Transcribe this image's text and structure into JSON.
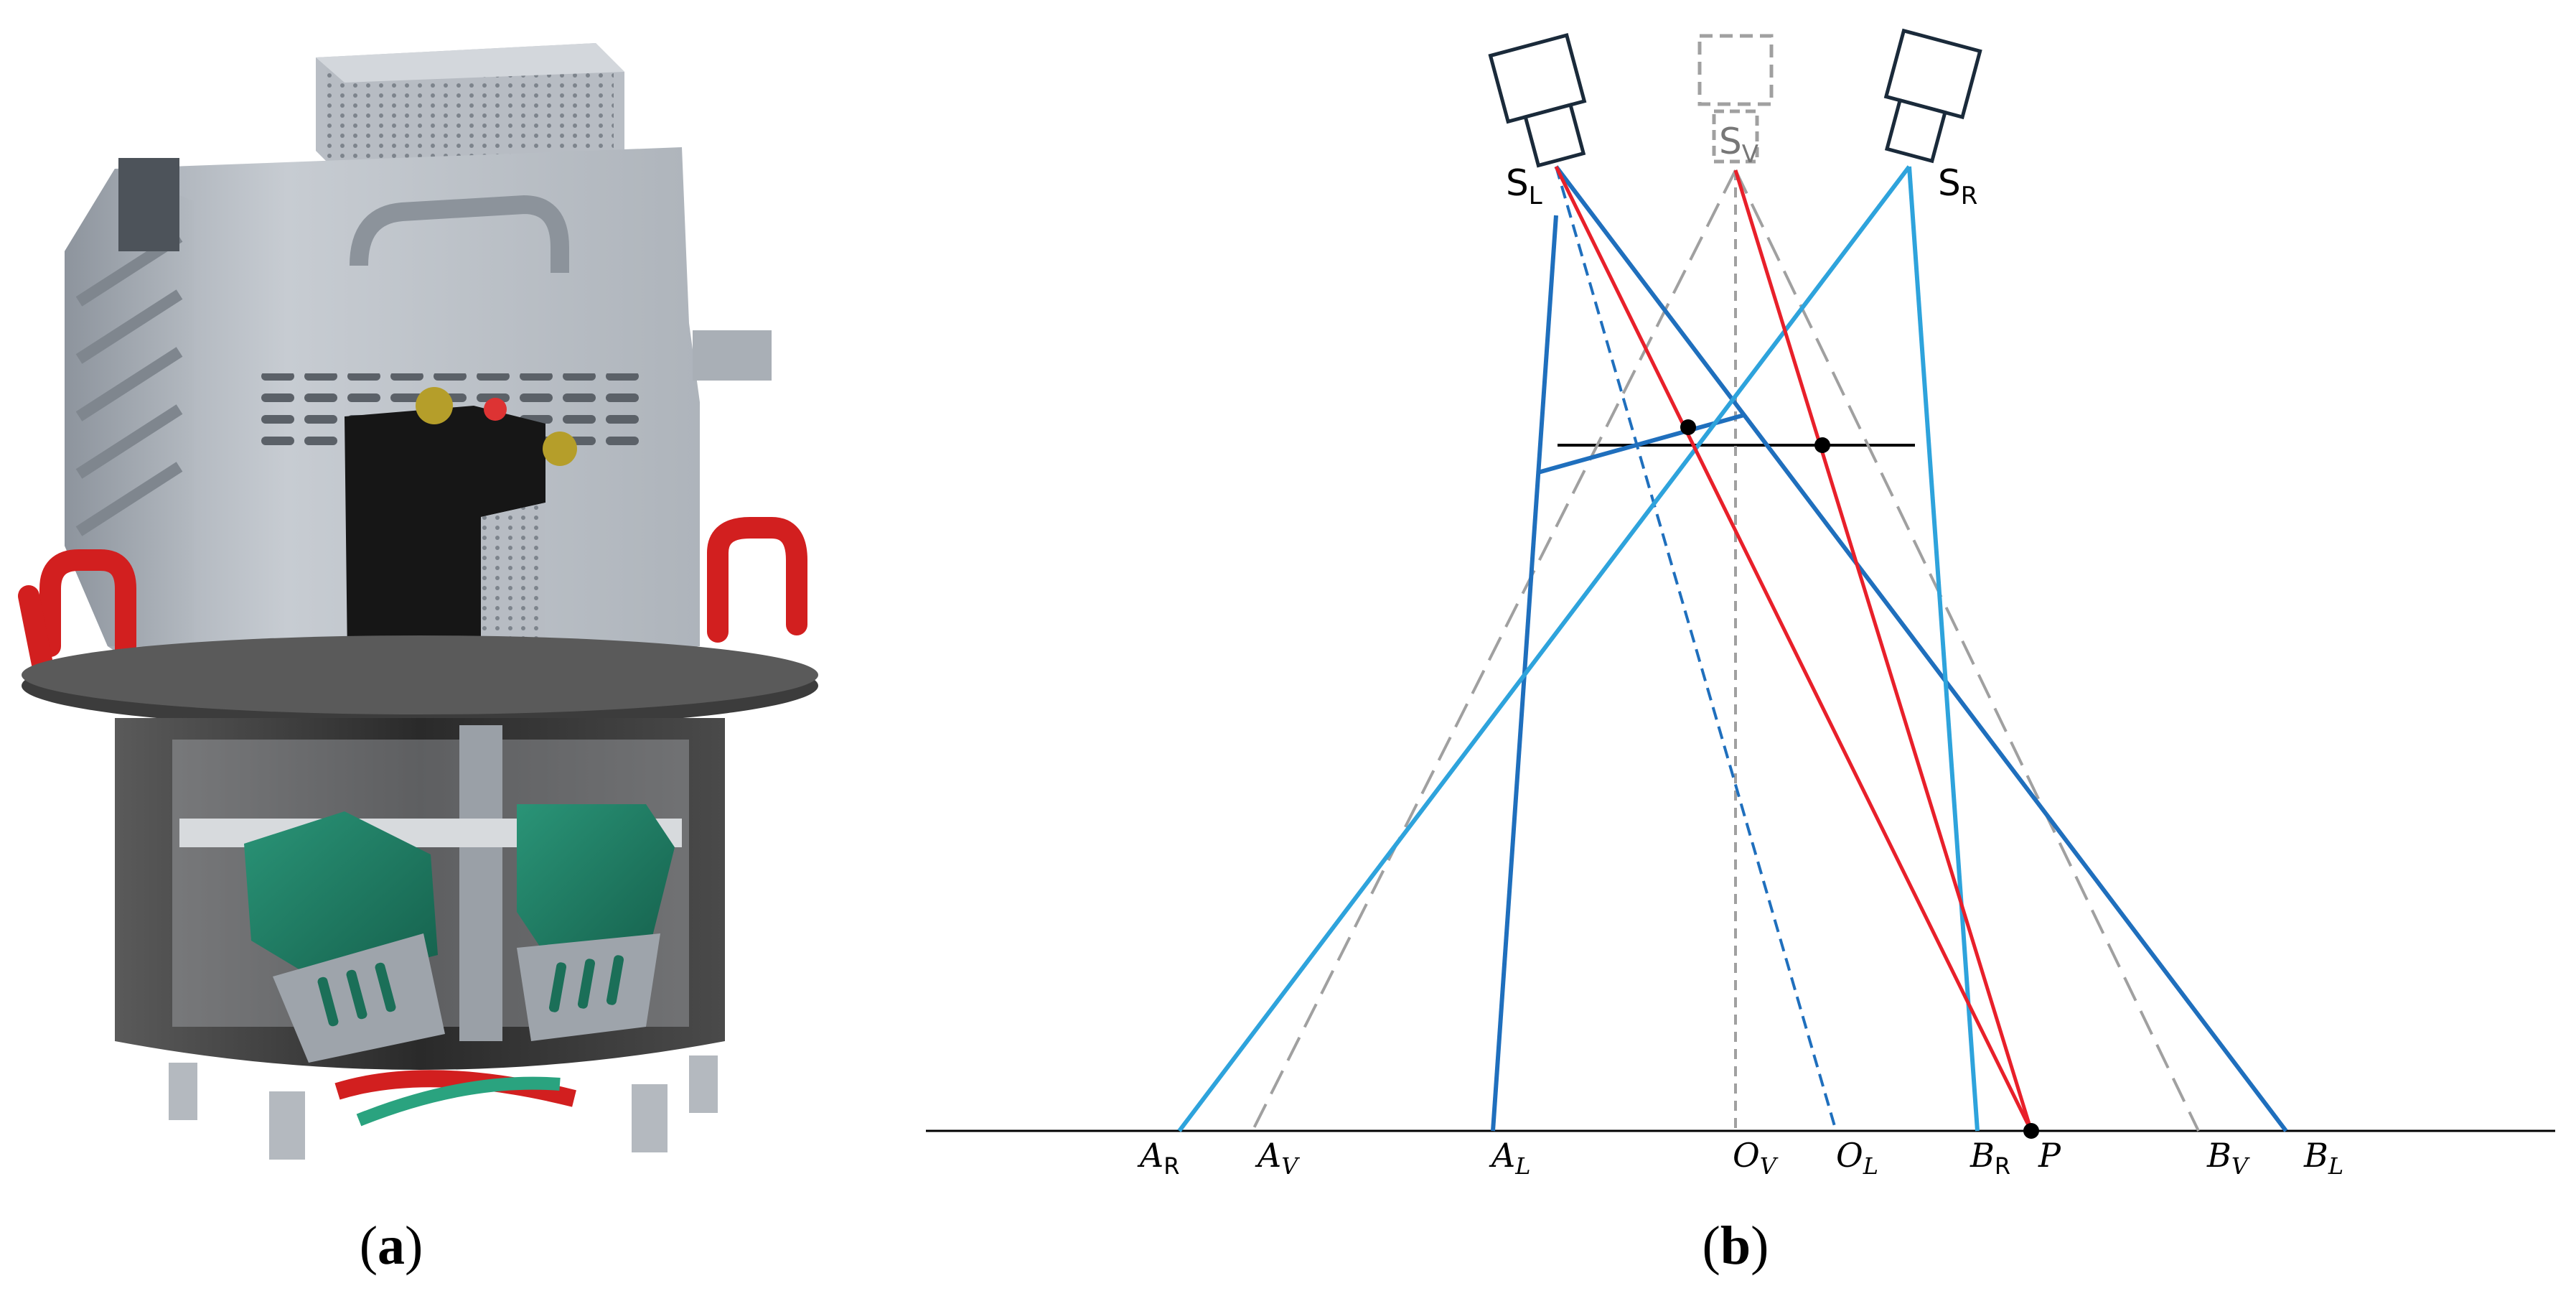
{
  "panels": {
    "a": {
      "caption_open": "(",
      "caption_letter": "a",
      "caption_close": ")"
    },
    "b": {
      "caption_open": "(",
      "caption_letter": "b",
      "caption_close": ")"
    }
  },
  "diagram": {
    "sensor_labels": {
      "left": {
        "base": "S",
        "sub": "L"
      },
      "virtual": {
        "base": "S",
        "sub": "V"
      },
      "right": {
        "base": "S",
        "sub": "R"
      }
    },
    "ground_labels": [
      {
        "base": "A",
        "sub": "R",
        "sub_style": "upright"
      },
      {
        "base": "A",
        "sub": "V",
        "sub_style": "italic"
      },
      {
        "base": "A",
        "sub": "L",
        "sub_style": "italic"
      },
      {
        "base": "O",
        "sub": "V",
        "sub_style": "italic"
      },
      {
        "base": "O",
        "sub": "L",
        "sub_style": "italic"
      },
      {
        "base": "B",
        "sub": "R",
        "sub_style": "upright"
      },
      {
        "base": "P",
        "sub": "",
        "sub_style": "italic"
      },
      {
        "base": "B",
        "sub": "V",
        "sub_style": "italic"
      },
      {
        "base": "B",
        "sub": "L",
        "sub_style": "italic"
      }
    ]
  },
  "colors": {
    "dark_blue": "#1f6fbd",
    "light_blue": "#2ea3dc",
    "red": "#e8202a",
    "grey_dash": "#a0a0a0",
    "machine_grey": "#b9bec5",
    "machine_dark": "#3c3c3c",
    "green": "#1f7a62",
    "handle_red": "#d21f1f"
  }
}
